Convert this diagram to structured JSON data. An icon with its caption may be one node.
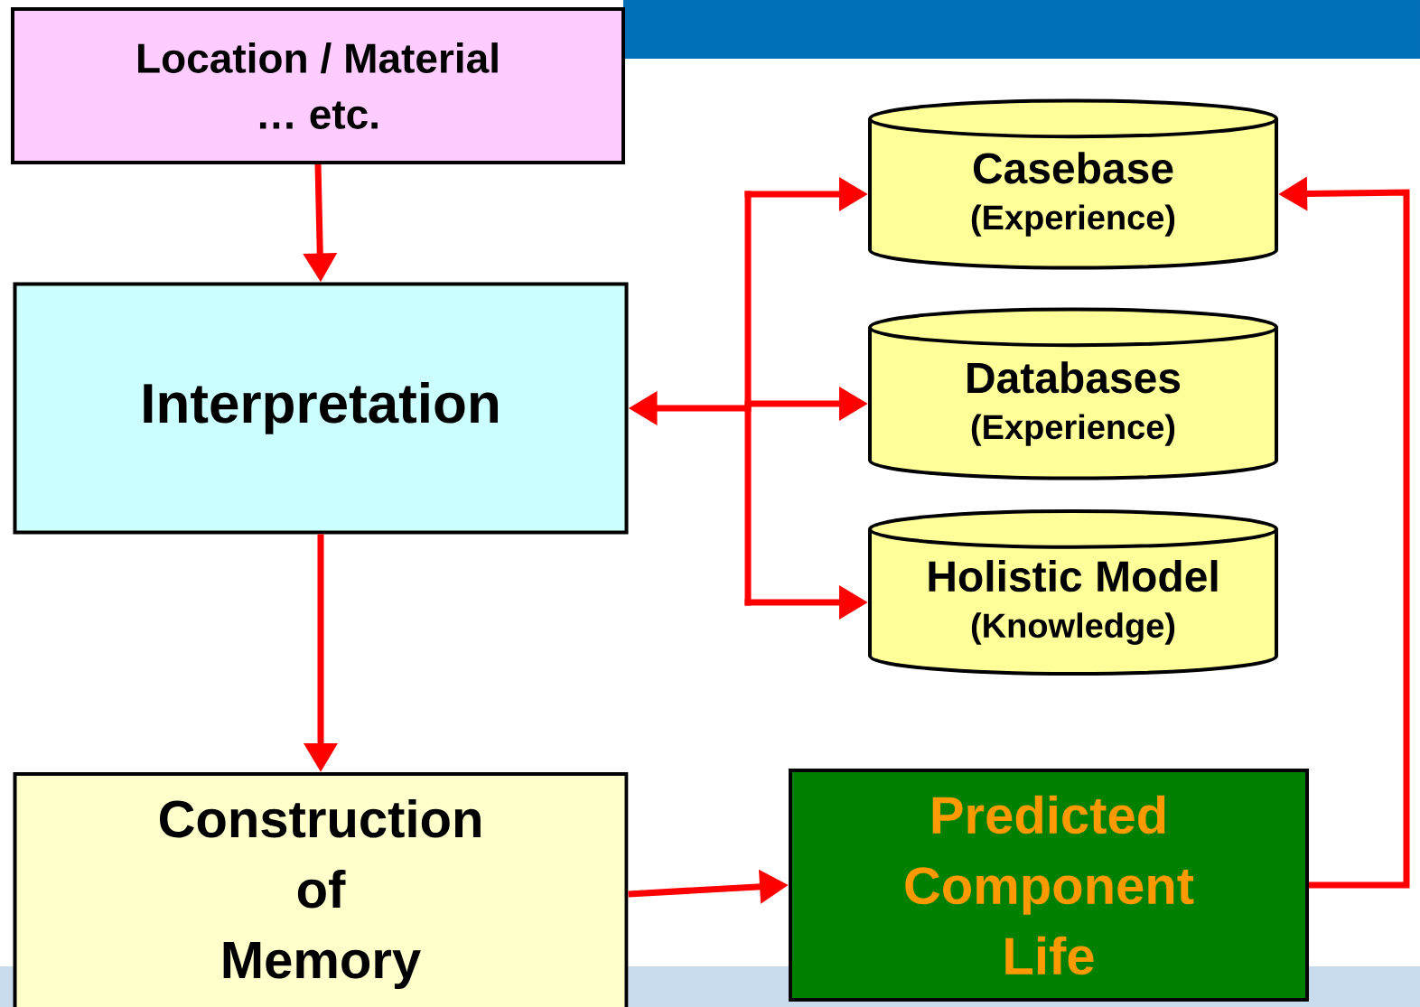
{
  "diagram": {
    "nodes": [
      {
        "text": [
          "Location / Material … etc."
        ]
      },
      {
        "text": [
          "Interpretation"
        ]
      },
      {
        "text": [
          "Casebase",
          "(Experience)"
        ]
      },
      {
        "text": [
          "Databases",
          "(Experience)"
        ]
      },
      {
        "text": [
          "Holistic Model",
          "(Knowledge)"
        ]
      },
      {
        "text": [
          "Construction of Memory"
        ]
      },
      {
        "text": [
          "Predicted Component Life"
        ]
      }
    ],
    "edges": [
      {
        "from": 0,
        "to": 1,
        "arrow": "to"
      },
      {
        "from": 1,
        "to": 2,
        "arrow": "both"
      },
      {
        "from": 1,
        "to": 3,
        "arrow": "both"
      },
      {
        "from": 1,
        "to": 4,
        "arrow": "both"
      },
      {
        "from": 1,
        "to": 5,
        "arrow": "to"
      },
      {
        "from": 5,
        "to": 6,
        "arrow": "to"
      },
      {
        "from": 6,
        "to": 2,
        "arrow": "to"
      }
    ]
  }
}
